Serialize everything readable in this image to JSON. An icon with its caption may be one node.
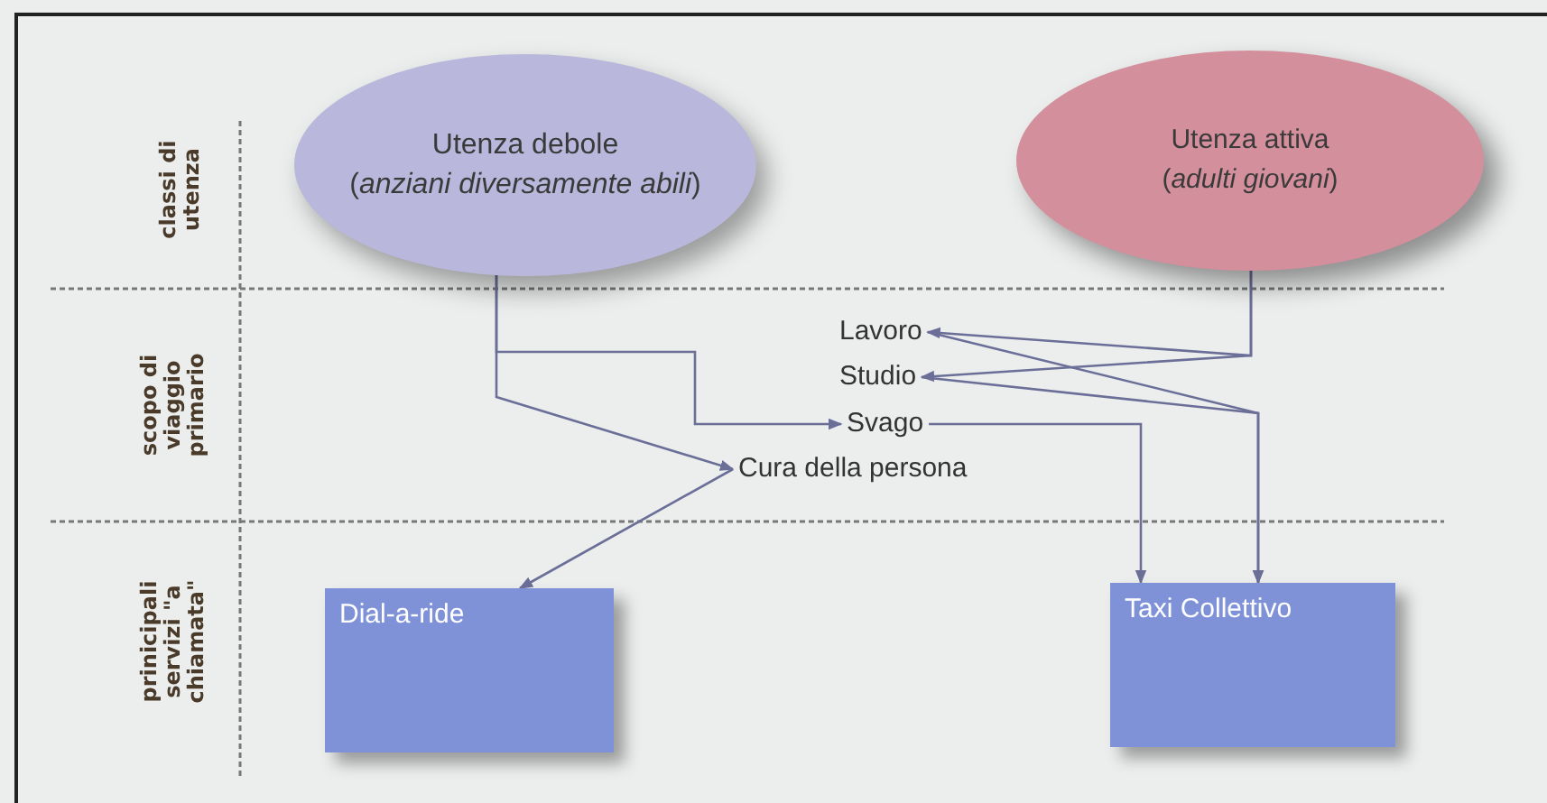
{
  "diagram": {
    "nodes": [
      {
        "text": [
          "Utenza debole",
          "(*anziani diversamente abili*)"
        ]
      },
      {
        "text": [
          "Utenza attiva",
          "(*adulti giovani*)"
        ]
      },
      {
        "text": [
          "Lavoro"
        ]
      },
      {
        "text": [
          "Studio"
        ]
      },
      {
        "text": [
          "Svago"
        ]
      },
      {
        "text": [
          "Cura della persona"
        ]
      },
      {
        "text": [
          "Dial-a-ride"
        ]
      },
      {
        "text": [
          "Taxi Collettivo"
        ]
      }
    ],
    "edges": [
      {
        "from": 0,
        "to": 4,
        "arrow": "to"
      },
      {
        "from": 0,
        "to": 5,
        "arrow": "to"
      },
      {
        "from": 1,
        "to": 2,
        "arrow": "to"
      },
      {
        "from": 1,
        "to": 3,
        "arrow": "to"
      },
      {
        "from": 2,
        "to": 7,
        "arrow": "to"
      },
      {
        "from": 3,
        "to": 7,
        "arrow": "to"
      },
      {
        "from": 4,
        "to": 7,
        "arrow": "to"
      },
      {
        "from": 5,
        "to": 6,
        "arrow": "to"
      }
    ],
    "labels": [
      "classi di utenza",
      "scopo di viaggio primario",
      "prinicipali servizi \"a chiamata\""
    ]
  }
}
